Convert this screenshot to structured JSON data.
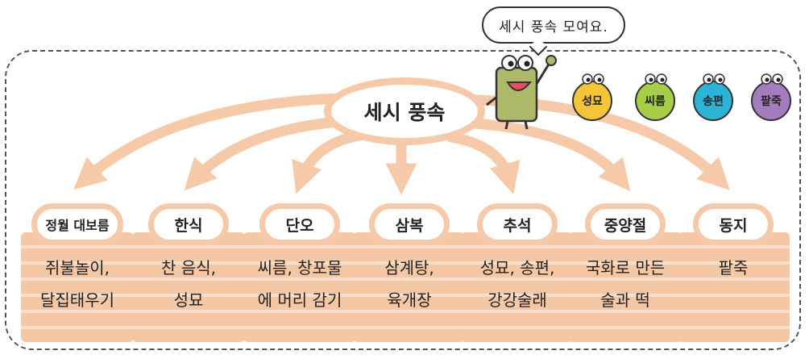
{
  "speech_bubble": "세시 풍속 모여요.",
  "center": {
    "title": "세시 풍속"
  },
  "characters": [
    {
      "label": "성묘",
      "color": "#f3c537"
    },
    {
      "label": "씨름",
      "color": "#a6cf47"
    },
    {
      "label": "송편",
      "color": "#2db3d5"
    },
    {
      "label": "팥죽",
      "color": "#a57dbf"
    }
  ],
  "mascot": {
    "color": "#aeb86a",
    "mouth_color": "#e8505b"
  },
  "festivals": [
    {
      "name": "정월 대보름",
      "customs": [
        "쥐불놀이,",
        "달집태우기"
      ]
    },
    {
      "name": "한식",
      "customs": [
        "찬 음식,",
        "성묘"
      ]
    },
    {
      "name": "단오",
      "customs": [
        "씨름, 창포물",
        "에 머리 감기"
      ]
    },
    {
      "name": "삼복",
      "customs": [
        "삼계탕,",
        "육개장"
      ]
    },
    {
      "name": "추석",
      "customs": [
        "성묘, 송편,",
        "강강술래"
      ]
    },
    {
      "name": "중양절",
      "customs": [
        "국화로 만든",
        "술과 떡"
      ]
    },
    {
      "name": "동지",
      "customs": [
        "팥죽"
      ]
    }
  ],
  "colors": {
    "accent": "#f6c9a8",
    "card": "#f4c7a5"
  }
}
